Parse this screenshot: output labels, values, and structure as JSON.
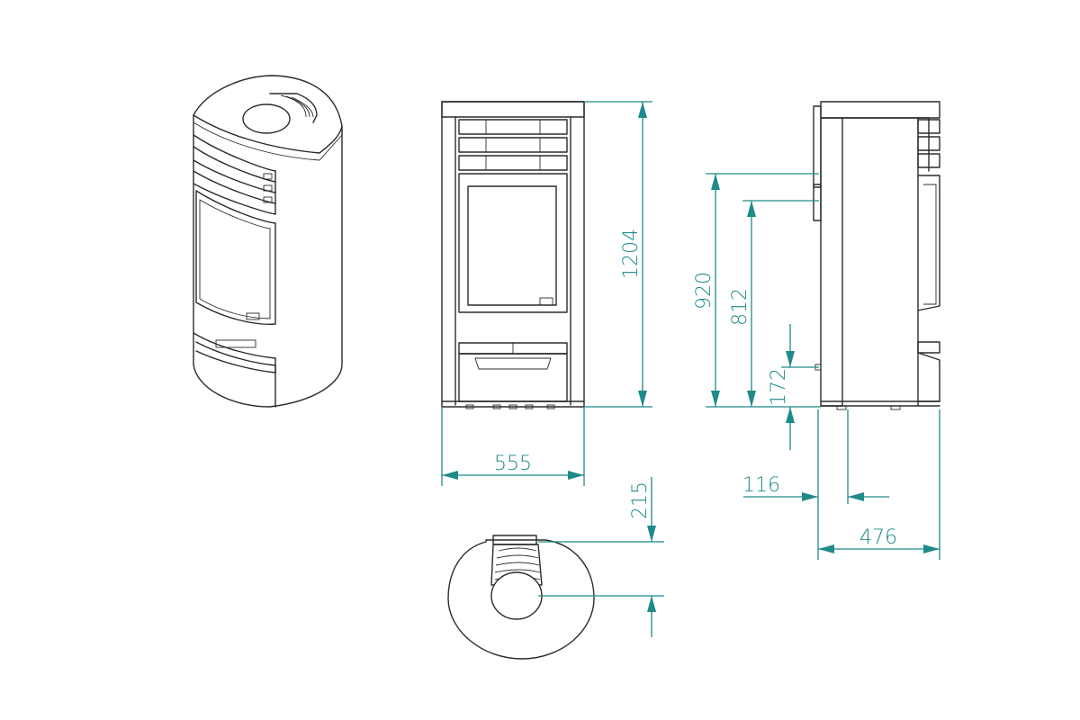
{
  "colors": {
    "outline": "#2b2b2b",
    "dimension": "#1f8a8a",
    "background": "#ffffff"
  },
  "dimensions": {
    "height_total": "1204",
    "width_front": "555",
    "outlet_height": "920",
    "inlet_height": "812",
    "floor_clearance": "172",
    "outlet_setback": "116",
    "depth_total": "476",
    "flue_offset": "215"
  }
}
